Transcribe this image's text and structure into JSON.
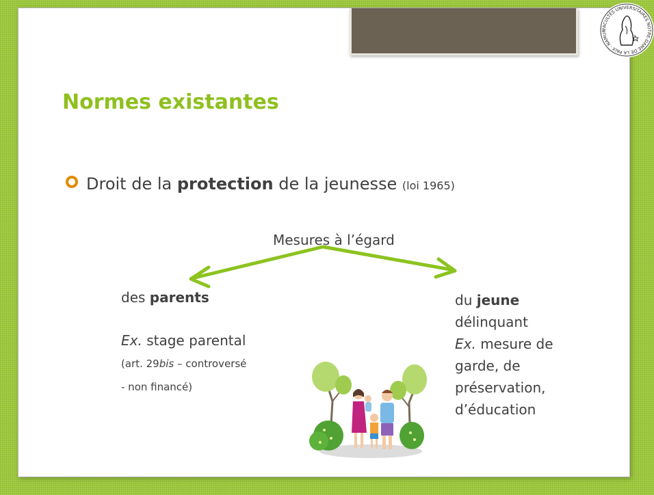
{
  "slide": {
    "title": "Normes existantes",
    "bullet": {
      "pre": "Droit de la ",
      "bold": "protection",
      "post": " de la jeunesse ",
      "small": "(loi 1965)"
    },
    "center_label": "Mesures à l’égard",
    "left": {
      "head_pre": "des ",
      "head_bold": "parents",
      "ex_italic": "Ex.",
      "ex_text": " stage parental",
      "ref_pre": "(art. 29",
      "ref_italic": "bis",
      "ref_post": " – controversé",
      "ref_line2": "- non financé)"
    },
    "right": {
      "head_pre": "du ",
      "head_bold": "jeune",
      "line2": "délinquant",
      "ex_italic": "Ex.",
      "ex_text": " mesure de",
      "line4": "garde, de",
      "line5": "préservation,",
      "line6": "d’éducation"
    }
  },
  "logo": {
    "text": "FACULTÉS UNIVERSITAIRES NOTRE-DAME DE LA PAIX · NAMUR ·"
  },
  "colors": {
    "accent": "#8fc020",
    "arrow": "#8cc31f",
    "bullet": "#e08a00",
    "tab": "#6b6253",
    "background": "#9cc83a"
  },
  "icons": [
    "university-seal-icon",
    "bullet-ring-icon",
    "family-illustration"
  ]
}
